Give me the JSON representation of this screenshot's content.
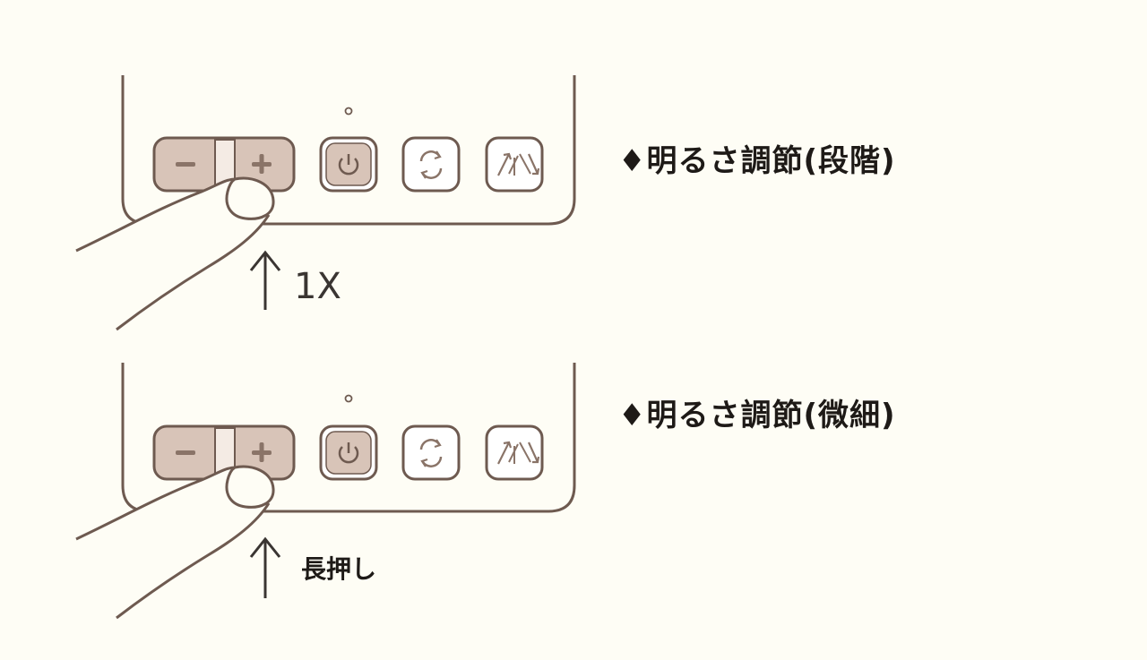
{
  "colors": {
    "background": "#fefdf5",
    "outline": "#6e5a50",
    "button_fill": "#d8c4b8",
    "button_light": "#f4ebe4",
    "finger_fill": "#fefdf5",
    "text": "#1e1a17"
  },
  "icons": [
    "minus-icon",
    "plus-icon",
    "power-icon",
    "refresh-icon",
    "swap-arrows-icon",
    "finger-icon",
    "arrow-up-icon"
  ],
  "steps": [
    {
      "heading": "♦明るさ調節(段階)",
      "press_label": "1X"
    },
    {
      "heading": "♦明るさ調節(微細)",
      "press_label": "長押し"
    }
  ]
}
